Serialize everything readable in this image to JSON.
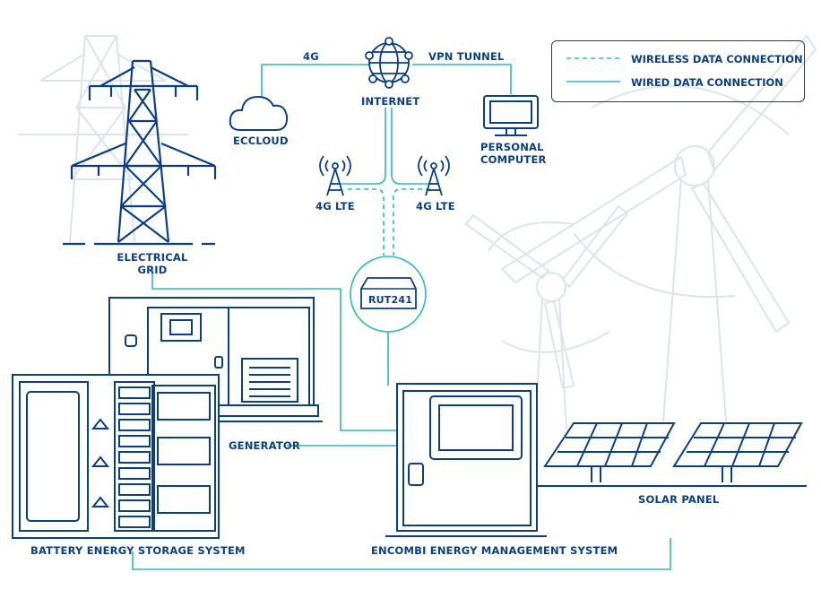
{
  "colors": {
    "outline": "#0a3f86",
    "connection": "#2bb8c4",
    "background_art": "#dbe4ee"
  },
  "legend": {
    "wireless_label": "WIRELESS DATA CONNECTION",
    "wired_label": "WIRED DATA CONNECTION"
  },
  "labels": {
    "internet": "INTERNET",
    "cloud": "ECCLOUD",
    "computer": "PERSONAL COMPUTER",
    "link_4g": "4G",
    "link_vpn": "VPN TUNNEL",
    "lte_left": "4G LTE",
    "lte_right": "4G LTE",
    "router": "RUT241",
    "grid": "ELECTRICAL GRID",
    "generator": "GENERATOR",
    "battery": "BATTERY ENERGY STORAGE SYSTEM",
    "ems": "ENCOMBI ENERGY MANAGEMENT SYSTEM",
    "solar": "SOLAR PANEL"
  },
  "icons": [
    "globe-icon",
    "cloud-icon",
    "monitor-icon",
    "antenna-icon",
    "router-icon",
    "pylon-icon",
    "wind-turbine-icon",
    "solar-panel-icon",
    "generator-icon",
    "battery-cabinet-icon",
    "ems-cabinet-icon"
  ]
}
